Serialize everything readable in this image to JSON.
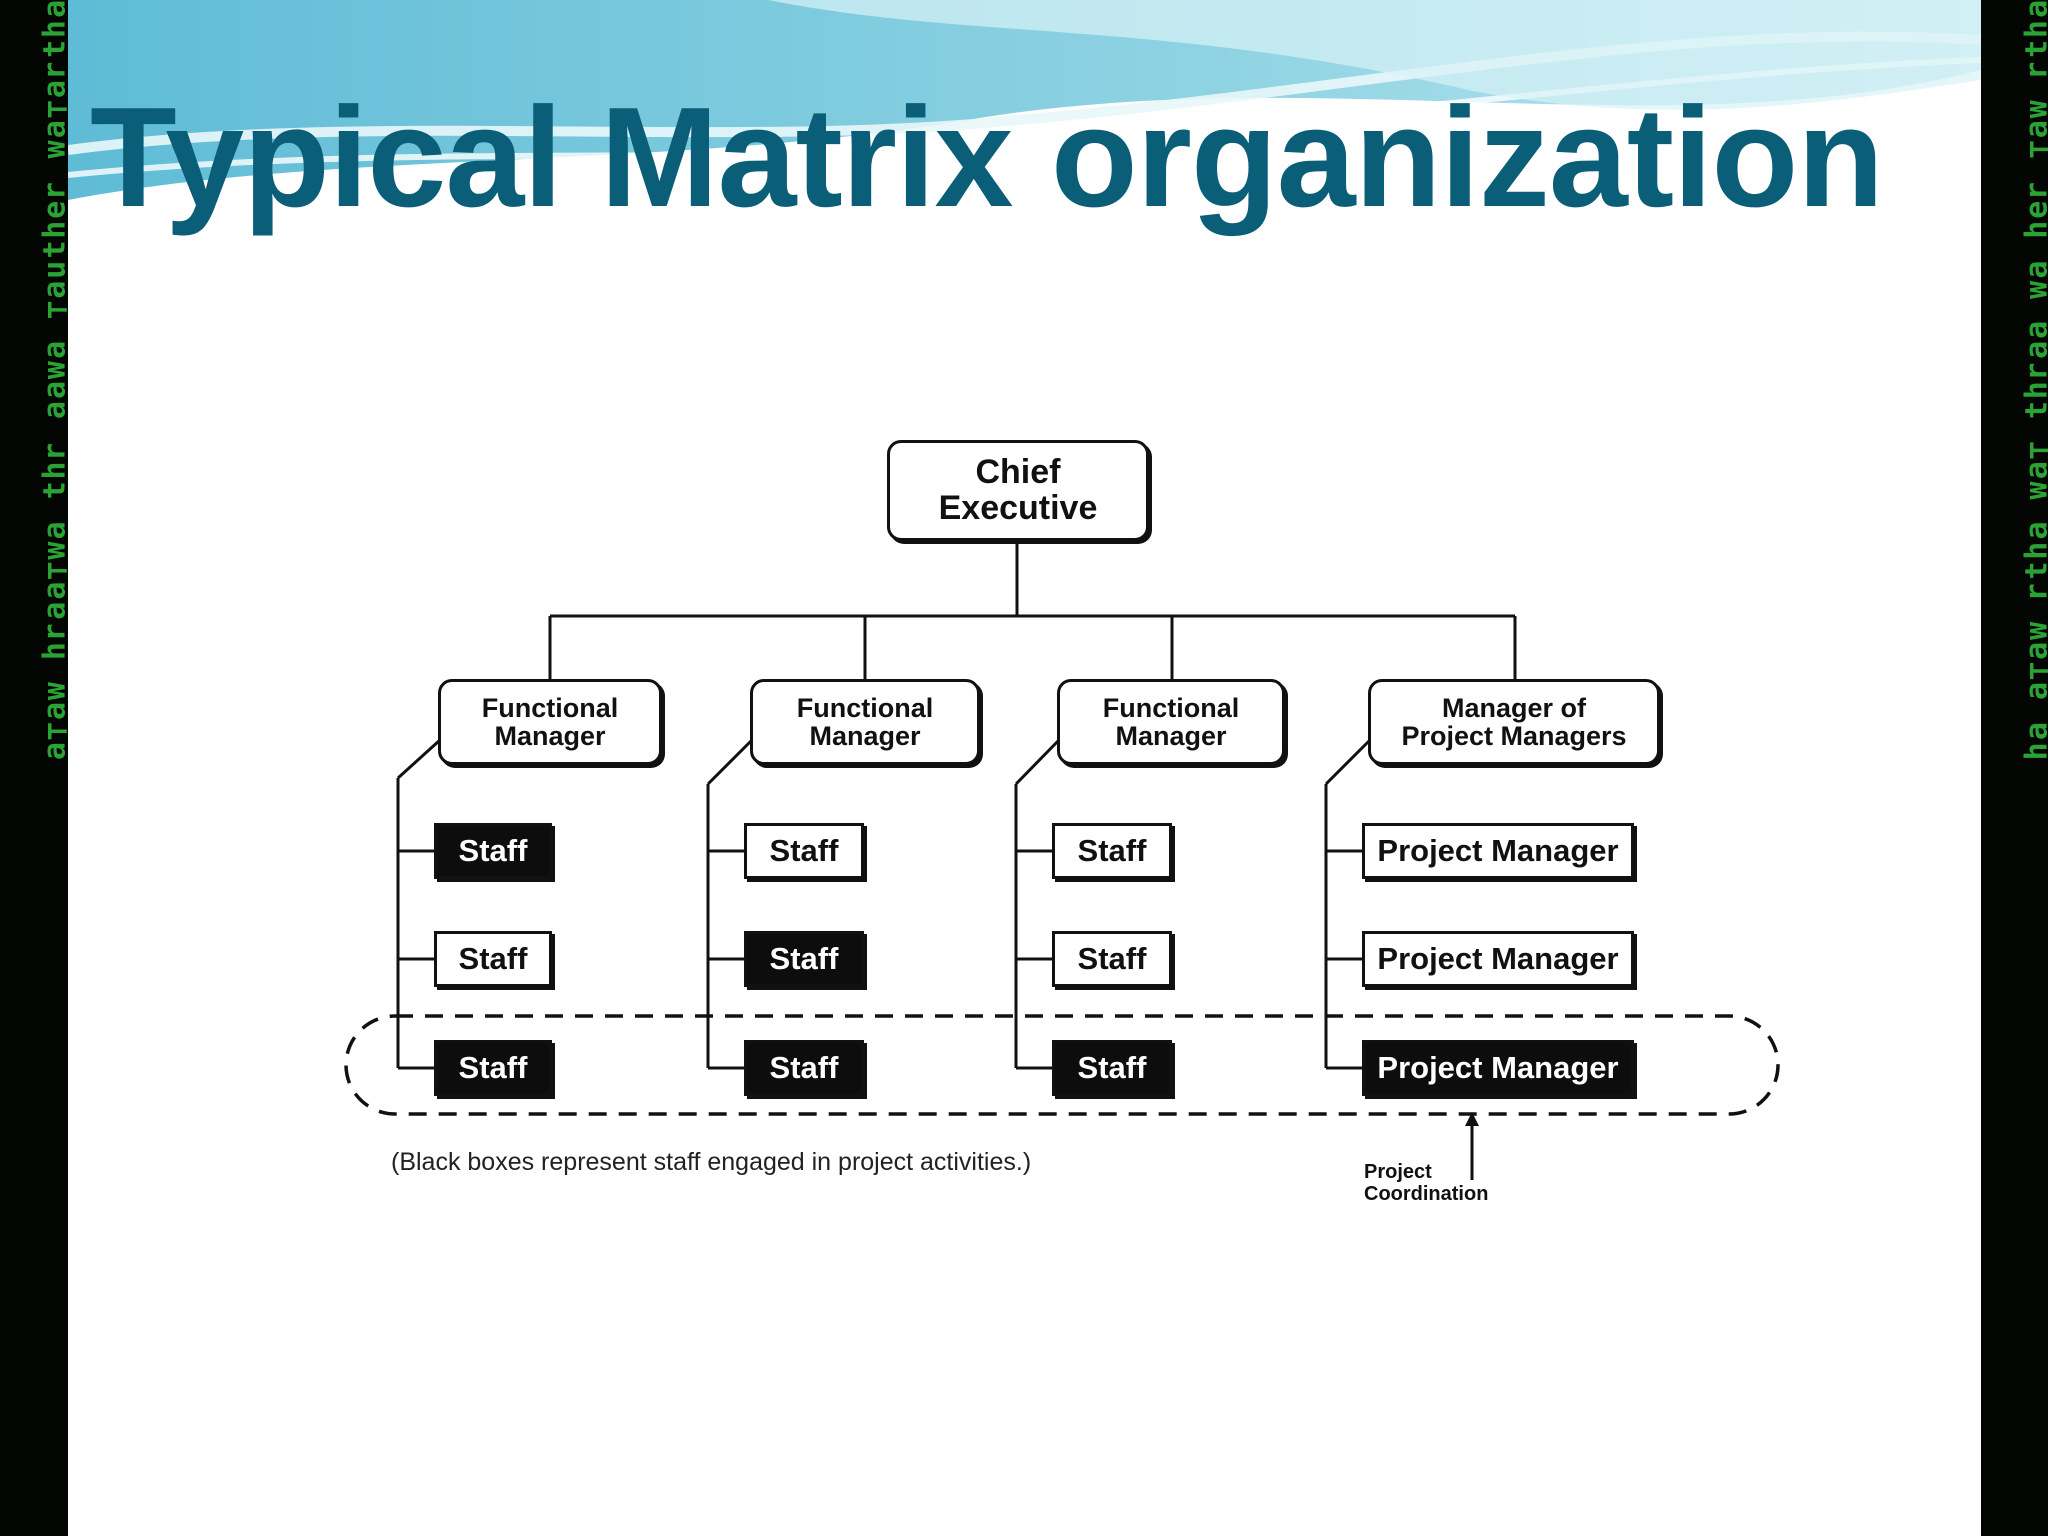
{
  "slide": {
    "title": "Typical Matrix organization",
    "colors": {
      "title": "#0b5e78",
      "wave_light": "#a9dfe9",
      "wave_mid": "#5fbcd6",
      "side_glyph": "#2fb33a"
    }
  },
  "chart_data": {
    "type": "org-chart",
    "root": "Chief\nExecutive",
    "columns": [
      {
        "manager": "Functional\nManager",
        "members": [
          {
            "label": "Staff",
            "engaged": true
          },
          {
            "label": "Staff",
            "engaged": false
          },
          {
            "label": "Staff",
            "engaged": true
          }
        ]
      },
      {
        "manager": "Functional\nManager",
        "members": [
          {
            "label": "Staff",
            "engaged": false
          },
          {
            "label": "Staff",
            "engaged": true
          },
          {
            "label": "Staff",
            "engaged": true
          }
        ]
      },
      {
        "manager": "Functional\nManager",
        "members": [
          {
            "label": "Staff",
            "engaged": false
          },
          {
            "label": "Staff",
            "engaged": false
          },
          {
            "label": "Staff",
            "engaged": true
          }
        ]
      },
      {
        "manager": "Manager of\nProject Managers",
        "members": [
          {
            "label": "Project Manager",
            "engaged": false
          },
          {
            "label": "Project Manager",
            "engaged": false
          },
          {
            "label": "Project Manager",
            "engaged": true
          }
        ]
      }
    ],
    "note": "(Black boxes represent staff engaged in project activities.)",
    "group_label": "Project\nCoordination"
  }
}
